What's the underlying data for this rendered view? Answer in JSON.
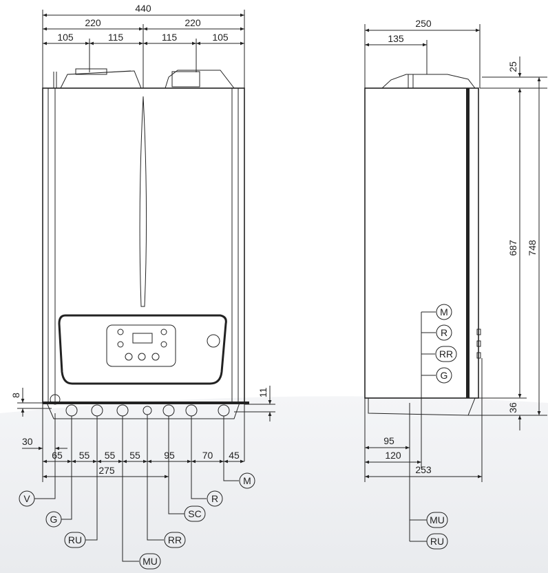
{
  "front_view": {
    "top_dims": {
      "total": "440",
      "half_left": "220",
      "half_right": "220",
      "left_outer": "105",
      "left_inner": "115",
      "right_inner": "115",
      "right_outer": "105"
    },
    "side_dims": {
      "top_offset": "8",
      "right_offset": "11"
    },
    "bottom_dims": {
      "v_offset": "30",
      "segments": [
        "65",
        "55",
        "55",
        "55",
        "95",
        "70",
        "45"
      ],
      "total": "275"
    },
    "connections": [
      "V",
      "G",
      "RU",
      "MU",
      "RR",
      "SC",
      "R",
      "M"
    ]
  },
  "side_view": {
    "width_dims": {
      "total": "250",
      "flue": "135"
    },
    "height_dims": {
      "top": "25",
      "body": "687",
      "total": "748",
      "bottom": "36"
    },
    "bottom_dims": {
      "d1": "95",
      "d2": "120",
      "d3": "253"
    },
    "connections_right": [
      "M",
      "R",
      "RR",
      "G"
    ],
    "connections_bottom": [
      "MU",
      "RU"
    ]
  }
}
